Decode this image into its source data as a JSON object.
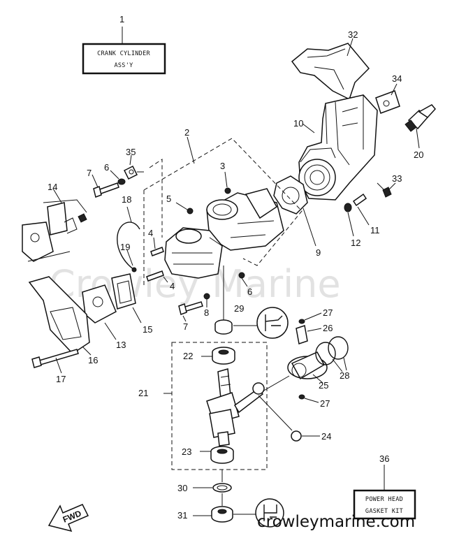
{
  "labels": {
    "crank_box": [
      "CRANK CYLINDER",
      "ASS'Y"
    ],
    "gasket_box": [
      "POWER HEAD",
      "GASKET KIT"
    ],
    "fwd": "FWD",
    "watermark": "Crowley Marine",
    "url": "crowleymarine.com"
  },
  "callouts": [
    "1",
    "32",
    "34",
    "10",
    "20",
    "2",
    "35",
    "6",
    "7",
    "3",
    "33",
    "14",
    "5",
    "18",
    "4",
    "19",
    "11",
    "12",
    "9",
    "4",
    "6",
    "8",
    "7",
    "15",
    "29",
    "13",
    "27",
    "26",
    "16",
    "28",
    "22",
    "17",
    "25",
    "21",
    "27",
    "24",
    "23",
    "36",
    "30",
    "31"
  ]
}
